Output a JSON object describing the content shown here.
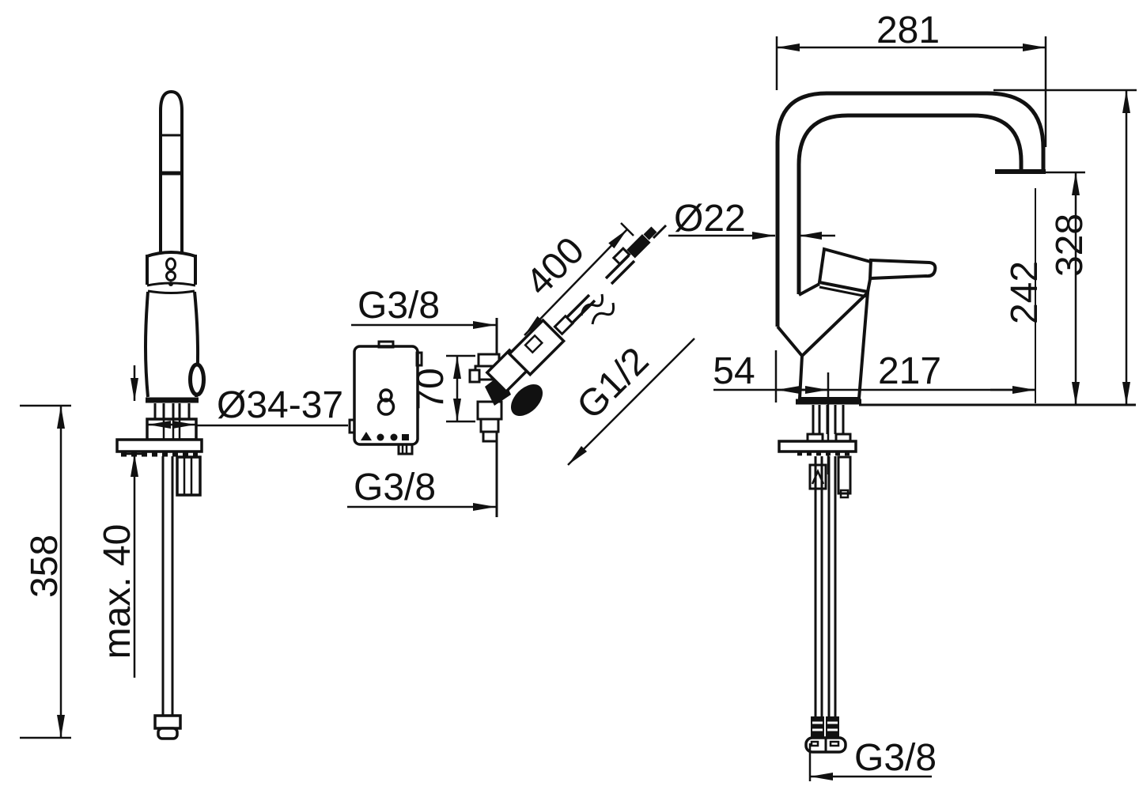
{
  "drawing": {
    "type": "faucet installation dimensional drawing",
    "side_view": {
      "dim_total_height": "358",
      "dim_max_counter_thickness": "max. 40",
      "dim_hole_diameter": "Ø34-37"
    },
    "install_view": {
      "thread_top": "G3/8",
      "thread_bottom": "G3/8",
      "dim_bracket_height": "70",
      "dim_hose_length": "400",
      "thread_hose": "G1/2"
    },
    "front_view": {
      "dim_spout_reach": "281",
      "dim_spout_diameter": "Ø22",
      "dim_spout_height": "242",
      "dim_total_height": "328",
      "dim_handle_offset": "54",
      "dim_side_reach": "217",
      "thread_supply": "G3/8"
    },
    "colors": {
      "line": "#111111",
      "background": "#ffffff"
    }
  }
}
